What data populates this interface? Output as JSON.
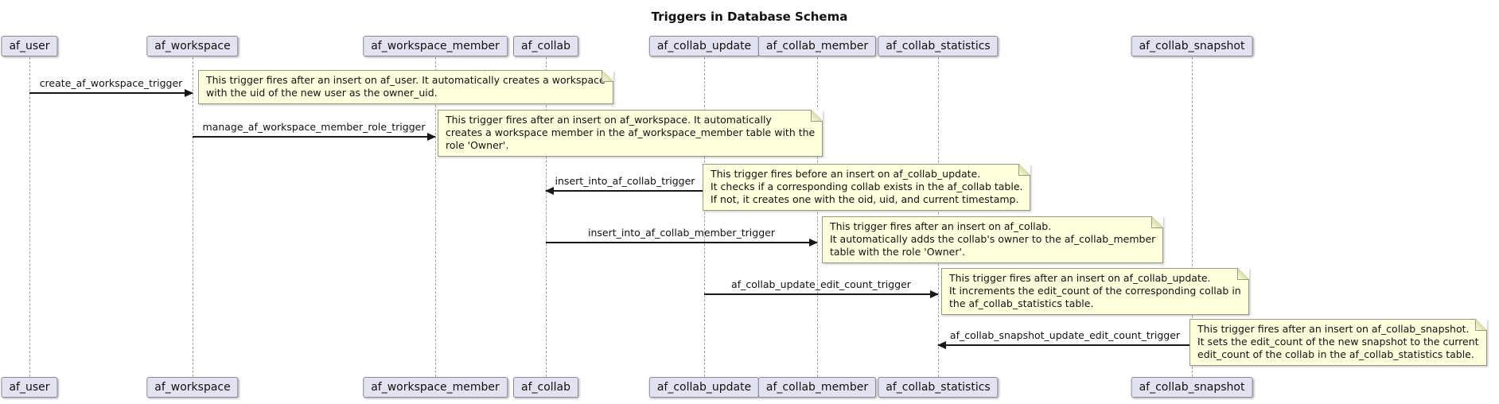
{
  "title": "Triggers in Database Schema",
  "participants": [
    {
      "name": "af_user"
    },
    {
      "name": "af_workspace"
    },
    {
      "name": "af_workspace_member"
    },
    {
      "name": "af_collab"
    },
    {
      "name": "af_collab_update"
    },
    {
      "name": "af_collab_member"
    },
    {
      "name": "af_collab_statistics"
    },
    {
      "name": "af_collab_snapshot"
    }
  ],
  "messages": [
    {
      "label": "create_af_workspace_trigger",
      "from": "af_user",
      "to": "af_workspace",
      "direction": "right"
    },
    {
      "label": "manage_af_workspace_member_role_trigger",
      "from": "af_workspace",
      "to": "af_workspace_member",
      "direction": "right"
    },
    {
      "label": "insert_into_af_collab_trigger",
      "from": "af_collab_update",
      "to": "af_collab",
      "direction": "left"
    },
    {
      "label": "insert_into_af_collab_member_trigger",
      "from": "af_collab",
      "to": "af_collab_member",
      "direction": "right"
    },
    {
      "label": "af_collab_update_edit_count_trigger",
      "from": "af_collab_update",
      "to": "af_collab_statistics",
      "direction": "right"
    },
    {
      "label": "af_collab_snapshot_update_edit_count_trigger",
      "from": "af_collab_snapshot",
      "to": "af_collab_statistics",
      "direction": "left"
    }
  ],
  "notes": [
    {
      "lines": [
        "This trigger fires after an insert on af_user. It automatically creates a workspace",
        "with the uid of the new user as the owner_uid."
      ]
    },
    {
      "lines": [
        "This trigger fires after an insert on af_workspace. It automatically",
        "creates a workspace member in the af_workspace_member table with the",
        "role 'Owner'."
      ]
    },
    {
      "lines": [
        "This trigger fires before an insert on af_collab_update.",
        "It checks if a corresponding collab exists in the af_collab table.",
        "If not, it creates one with the oid, uid, and current timestamp."
      ]
    },
    {
      "lines": [
        "This trigger fires after an insert on af_collab.",
        "It automatically adds the collab's owner to the af_collab_member",
        "table with the role 'Owner'."
      ]
    },
    {
      "lines": [
        "This trigger fires after an insert on af_collab_update.",
        "It increments the edit_count of the corresponding collab in",
        "the af_collab_statistics table."
      ]
    },
    {
      "lines": [
        "This trigger fires after an insert on af_collab_snapshot.",
        "It sets the edit_count of the new snapshot to the current",
        "edit_count of the collab in the af_collab_statistics table."
      ]
    }
  ],
  "colors": {
    "participant_fill": "#E2E2F0",
    "note_fill": "#FEFFDD",
    "arrow": "#181818",
    "lifeline": "#A0A0A0"
  }
}
